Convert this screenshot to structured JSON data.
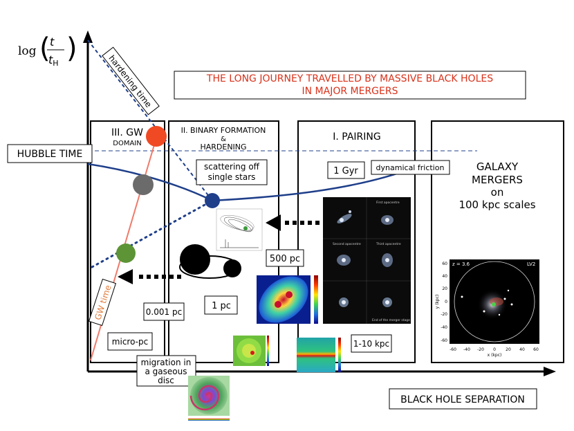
{
  "title_line1": "THE LONG JOURNEY TRAVELLED BY MASSIVE BLACK HOLES",
  "title_line2": "IN MAJOR MERGERS",
  "y_axis": {
    "prefix": "log",
    "numerator": "t",
    "denominator": "t",
    "denominator_sub": "H"
  },
  "x_axis_label": "BLACK HOLE SEPARATION",
  "hubble_time": "HUBBLE TIME",
  "hardening_time": "hardening time",
  "gw_time": "GW time",
  "panels": {
    "gw": {
      "line1": "III. GW",
      "line2": "DOMAIN"
    },
    "binary": {
      "line1": "II. BINARY FORMATION",
      "amp": "&",
      "line2": "HARDENING"
    },
    "pairing": {
      "line1": "I. PAIRING"
    },
    "galaxy": {
      "line1": "GALAXY",
      "line2": "MERGERS",
      "line3": "on",
      "line4": "100 kpc scales"
    }
  },
  "labels": {
    "scattering1": "scattering off",
    "scattering2": "single stars",
    "one_gyr": "1 Gyr",
    "dyn_friction": "dynamical friction",
    "pc500": "500 pc",
    "pc0001": "0.001 pc",
    "pc1": "1 pc",
    "kpc110": "1-10 kpc",
    "micropc": "micro-pc",
    "migration1": "migration in",
    "migration2": "a gaseous",
    "migration3": "disc"
  },
  "sim_panels": {
    "top_right": "First apocentre",
    "mid_left": "Second apocentre",
    "mid_right": "Third apocentre",
    "bottom_right": "End of the merger stage"
  },
  "galaxy_sim": {
    "z_label": "z = 3.6",
    "tag": "LV2",
    "x_axis_label": "x (kpc)",
    "y_axis_label": "y (kpc)",
    "x_ticks": [
      "-60",
      "-40",
      "-20",
      "0",
      "20",
      "40",
      "60"
    ],
    "y_ticks": [
      "60",
      "40",
      "20",
      "0",
      "-20",
      "-40",
      "-60"
    ]
  },
  "colors": {
    "title": "#d9311a",
    "navy": "#1f3f8a",
    "red_ball": "#f04a24",
    "grey_ball": "#6b6b6b",
    "green_ball": "#5d9436",
    "gw_line": "#f07a6a",
    "gw_text": "#e07a3a"
  }
}
